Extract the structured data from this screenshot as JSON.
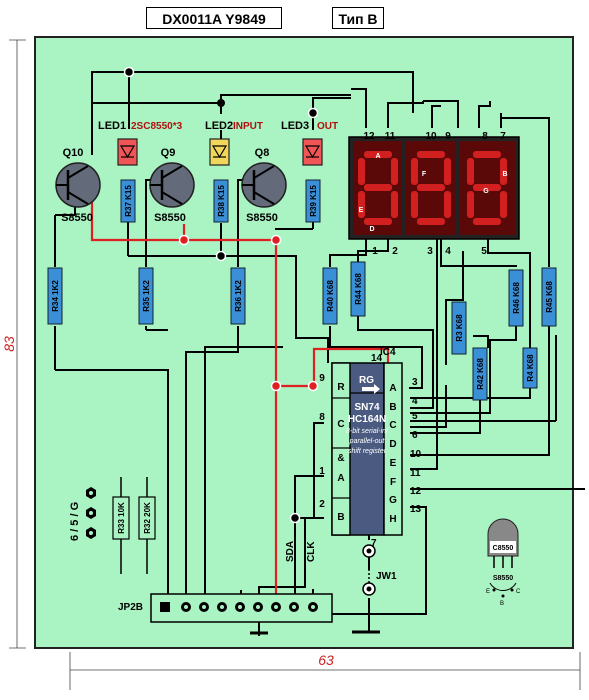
{
  "header": {
    "model": "DX0011A  Y9849",
    "type_label": "Тип B"
  },
  "dimensions": {
    "height": "83",
    "width": "63"
  },
  "transistors": [
    {
      "ref": "Q10",
      "part": "S8550"
    },
    {
      "ref": "Q9",
      "part": "S8550"
    },
    {
      "ref": "Q8",
      "part": "S8550"
    }
  ],
  "leds": [
    {
      "ref": "LED1",
      "note": "2SC8550*3"
    },
    {
      "ref": "LED2",
      "note": "INPUT"
    },
    {
      "ref": "LED3",
      "note": "OUT"
    }
  ],
  "resistors_v": [
    "R37 K15",
    "R38 K15",
    "R39 K15",
    "R34 1K2",
    "R35 1K2",
    "R36 1K2",
    "R40 K68",
    "R44 K68",
    "R3 K68",
    "R42 K68",
    "R46 K68",
    "R4 K68",
    "R45 K68",
    "R33 10K",
    "R32 20K"
  ],
  "display": {
    "pin_top": [
      "12",
      "11",
      "10",
      "9",
      "8",
      "7"
    ],
    "pin_bottom": [
      "1",
      "2",
      "3",
      "4",
      "5"
    ],
    "seg_letters": [
      "A",
      "F",
      "E",
      "D",
      "B",
      "G"
    ]
  },
  "ic": {
    "ref": "IC4",
    "top_pin": "14",
    "name1": "SN74",
    "name2": "HC164N",
    "desc": [
      "8-bit serial-in/",
      "parallel-out",
      "shift register"
    ],
    "rg": "RG",
    "left_pins": [
      {
        "num": "9",
        "sig": "R"
      },
      {
        "num": "8",
        "sig": "C"
      },
      {
        "num": "",
        "sig": "&"
      },
      {
        "num": "1",
        "sig": "A"
      },
      {
        "num": "2",
        "sig": "B"
      }
    ],
    "right_pins": [
      {
        "sig": "A",
        "num": "3"
      },
      {
        "sig": "B",
        "num": "4"
      },
      {
        "sig": "C",
        "num": "5"
      },
      {
        "sig": "D",
        "num": "6"
      },
      {
        "sig": "E",
        "num": "10"
      },
      {
        "sig": "F",
        "num": "11"
      },
      {
        "sig": "G",
        "num": "12"
      },
      {
        "sig": "H",
        "num": "13"
      }
    ],
    "bottom_pin": "7"
  },
  "labels": {
    "sda": "SDA",
    "clk": "CLK",
    "jw1": "JW1",
    "jp2b": "JP2B",
    "power": "6 / 5 / G"
  },
  "transistor_pkg": {
    "part": "C8550",
    "caption": "S8550",
    "pins": [
      "E",
      "C",
      "B"
    ]
  },
  "colors": {
    "board": "#aaf3c2",
    "red_wire": "#e02020",
    "resistor": "#3b8fd6",
    "display": "#a41313",
    "ic": "#4a5a80",
    "led_red": "#f25555",
    "led_yellow": "#f0d65a"
  }
}
